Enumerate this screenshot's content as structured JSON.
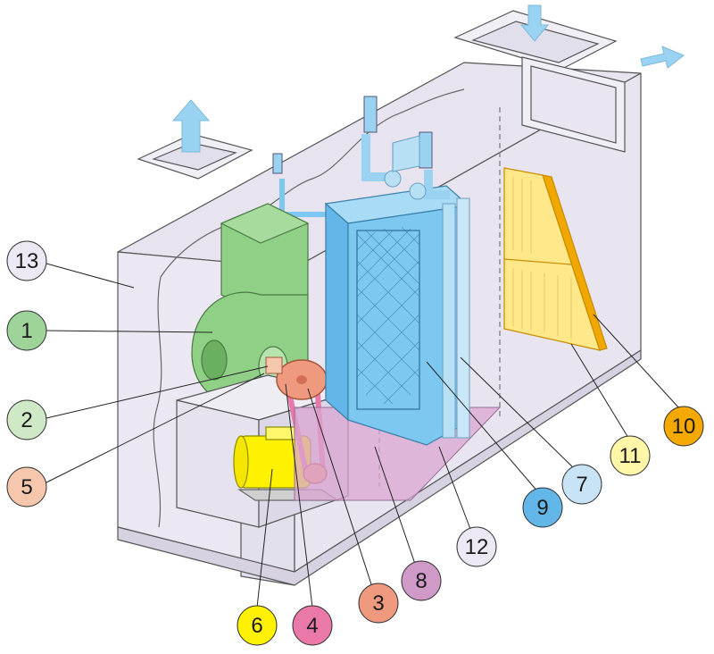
{
  "callouts": [
    {
      "label": "1",
      "fill": "#9ed39a",
      "text": "#1a1a1a"
    },
    {
      "label": "2",
      "fill": "#cfe8c6",
      "text": "#1a1a1a"
    },
    {
      "label": "3",
      "fill": "#ef9a7e",
      "text": "#1a1a1a"
    },
    {
      "label": "4",
      "fill": "#ea79aa",
      "text": "#1a1a1a"
    },
    {
      "label": "5",
      "fill": "#f6c6ad",
      "text": "#1a1a1a"
    },
    {
      "label": "6",
      "fill": "#fff200",
      "text": "#1a1a1a"
    },
    {
      "label": "7",
      "fill": "#c9e3f6",
      "text": "#1a1a1a"
    },
    {
      "label": "8",
      "fill": "#cf9ac8",
      "text": "#1a1a1a"
    },
    {
      "label": "9",
      "fill": "#62b7e8",
      "text": "#1a1a1a"
    },
    {
      "label": "10",
      "fill": "#f4a800",
      "text": "#1a1a1a"
    },
    {
      "label": "11",
      "fill": "#fff6a8",
      "text": "#1a1a1a"
    },
    {
      "label": "12",
      "fill": "#ece8f4",
      "text": "#1a1a1a"
    },
    {
      "label": "13",
      "fill": "#ece8f4",
      "text": "#1a1a1a"
    }
  ],
  "colors": {
    "casing": "#e9e6f1",
    "casing_side": "#dedbe8",
    "outline": "#555555",
    "fan": "#8fcf86",
    "coil": "#7cc8f0",
    "coil_pipes": "#b8e0f5",
    "filter": "#ffe88a",
    "filter_edge": "#f0a800",
    "motor": "#fff200",
    "belt": "#e77aa8",
    "pulley": "#ef9a7e",
    "drain_pan": "#d9a6d2",
    "arrow": "#9ad3f2"
  }
}
